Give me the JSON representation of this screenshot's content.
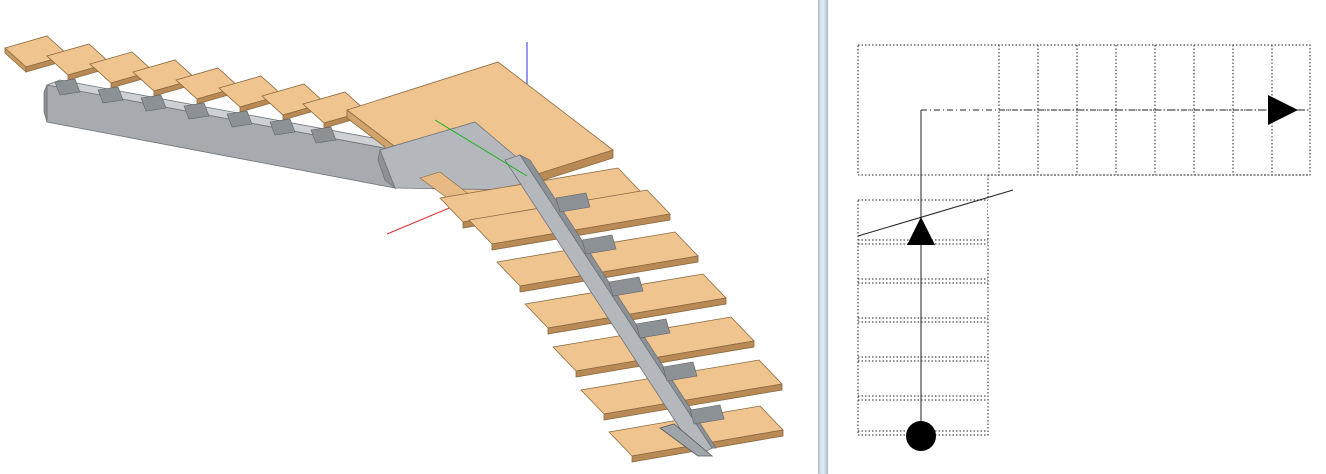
{
  "views": {
    "iso": {
      "name": "3d-staircase-view"
    },
    "plan": {
      "name": "2d-plan-view"
    }
  },
  "colors": {
    "tread_face": "#f0c48f",
    "tread_edge": "#b98a55",
    "stringer_top": "#c9cdd0",
    "stringer_side": "#9ea3a8",
    "stringer_dark": "#6f7479",
    "axis_x": "#e03030",
    "axis_y": "#20b020",
    "axis_z": "#3030e0",
    "plan_line": "#222222",
    "splitter": "#c5d3e5"
  },
  "icons": {
    "start_marker": "filled-circle",
    "direction_up": "filled-triangle-up",
    "direction_right": "filled-triangle-right"
  }
}
